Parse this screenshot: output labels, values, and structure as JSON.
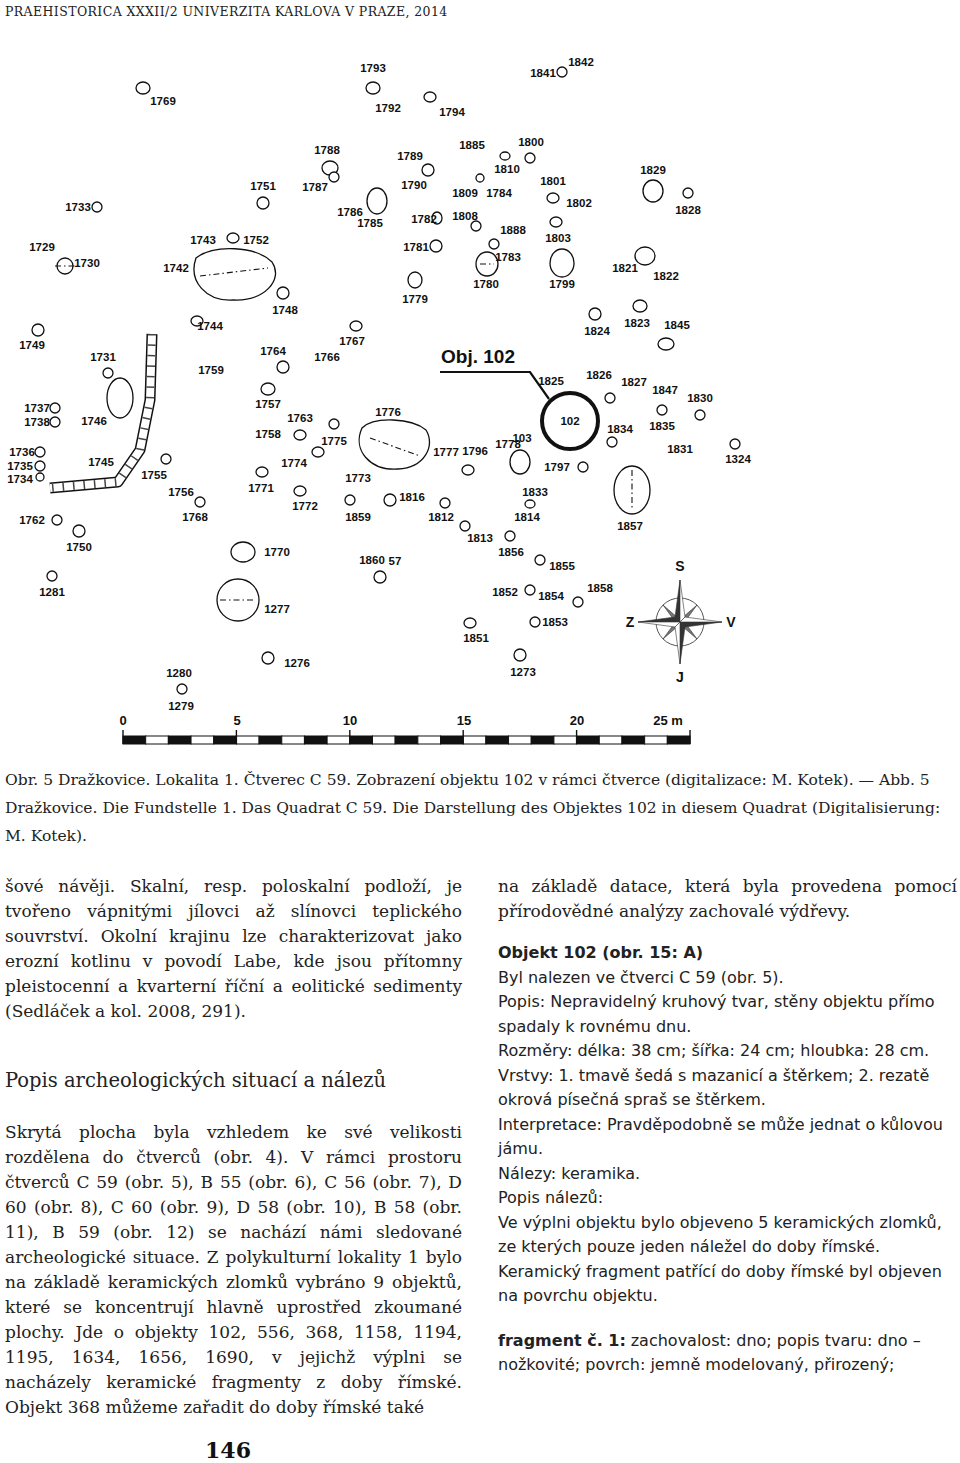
{
  "diagram": {
    "caption": "Obr. 5 Dražkovice. Lokalita 1. Čtverec C 59. Zobrazení objektu 102 v rámci čtverce (digitalizace: M. Kotek). — Abb. 5 Dražkovice. Die Fundstelle 1. Das Quadrat C 59. Die Darstellung des Objektes 102 in diesem Quadrat (Digitalisierung: M. Kotek).",
    "nodes": [
      {
        "text": [
          "102"
        ]
      }
    ],
    "labels": [
      "PRAEHISTORICA XXXII/2 UNIVERZITA KARLOVA V PRAZE, 2014",
      "1793",
      "1841",
      "1842",
      "1769",
      "1792",
      "1794",
      "1788",
      "1885",
      "1800",
      "1789",
      "1810",
      "1829",
      "1751",
      "1787",
      "1790",
      "1809",
      "1784",
      "1801",
      "1733",
      "1786",
      "1802",
      "1828",
      "1785",
      "1782",
      "1808",
      "1888",
      "1743",
      "1752",
      "1803",
      "1729",
      "1781",
      "1783",
      "1730",
      "1742",
      "1821",
      "1822",
      "1780",
      "1799",
      "1779",
      "1748",
      "1823",
      "1744",
      "1824",
      "1845",
      "1749",
      "1767",
      "1764",
      "1766",
      "1731",
      "1759",
      "1825",
      "1826",
      "1827",
      "1847",
      "1830",
      "1757",
      "1737",
      "1738",
      "1746",
      "1776",
      "1763",
      "1834",
      "1835",
      "103",
      "1758",
      "1778",
      "1775",
      "1736",
      "1777",
      "1796",
      "1831",
      "1324",
      "1735",
      "1774",
      "1797",
      "1745",
      "1773",
      "1734",
      "1755",
      "1756",
      "1833",
      "1771",
      "1816",
      "1772",
      "1768",
      "1814",
      "1812",
      "1859",
      "1857",
      "1762",
      "1813",
      "1750",
      "1770",
      "1856",
      "1860",
      "57",
      "1855",
      "1281",
      "1852",
      "1858",
      "1854",
      "1277",
      "1853",
      "1851",
      "1276",
      "1280",
      "1273",
      "1279",
      "S",
      "Z",
      "V",
      "J",
      "0",
      "5",
      "10",
      "15",
      "20",
      "25 m",
      "Obj. 102",
      "šové návěji. Skalní, resp. poloskalní podloží, je tvořeno vápnitými jílovci až slínovci teplického souvrství. Okolní krajinu lze charakterizovat jako erozní kotlinu v povodí Labe, kde jsou přítomny pleistocenní a kvarterní říční a eolitické sedimenty (Sedláček a kol. 2008, 291).",
      "Popis archeologických situací a nálezů",
      "Skrytá plocha byla vzhledem ke své velikosti rozdělena do čtverců (obr. 4). V rámci prostoru čtverců C 59 (obr. 5), B 55 (obr. 6), C 56 (obr. 7), D 60 (obr. 8), C 60 (obr. 9), D 58 (obr. 10), B 58 (obr. 11), B 59 (obr. 12) se nachází námi sledované archeologické situace. Z polykulturní lokality 1 bylo na základě keramických zlomků vybráno 9 objektů, které se koncentrují hlavně uprostřed zkoumané plochy. Jde o objekty 102, 556, 368, 1158, 1194, 1195, 1634, 1656, 1690, v jejichž výplni se nacházely keramické fragmenty z doby římské. Objekt 368 můžeme zařadit do doby římské také",
      "na základě datace, která byla provedena pomocí přírodovědné analýzy zachovalé výdřevy.",
      "Objekt 102 (obr. 15: A)",
      "Byl nalezen ve čtverci C 59 (obr. 5).",
      "Popis: Nepravidelný kruhový tvar, stěny objektu přímo spadaly k rovnému dnu.",
      "Rozměry: délka: 38 cm; šířka: 24 cm; hloubka: 28 cm.",
      "Vrstvy: 1. tmavě šedá s mazanicí a štěrkem; 2. rezatě okrová písečná spraš se štěrkem.",
      "Interpretace: Pravděpodobně se může jednat o kůlovou jámu.",
      "Nálezy: keramika.",
      "Popis nálezů:",
      "Ve výplni objektu bylo objeveno 5 keramických zlomků, ze kterých pouze jeden náležel do doby římské. Keramický fragment patřící do doby římské byl objeven na povrchu objektu.",
      "fragment č. 1:",
      "zachovalost: dno; popis tvaru: dno – nožkovité; povrch: jemně modelovaný, přirozený;",
      "146"
    ]
  }
}
